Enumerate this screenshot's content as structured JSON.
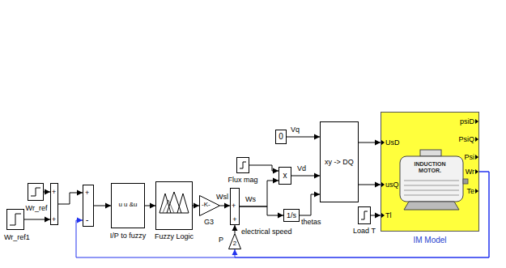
{
  "diagram": {
    "nodes": [
      {
        "text": [
          "Wr_ref1"
        ]
      },
      {
        "text": [
          "Wr_ref"
        ]
      },
      {
        "text": [
          "+",
          "+"
        ]
      },
      {
        "text": [
          "+",
          "-"
        ]
      },
      {
        "text": [
          "u u &u",
          "I/P to fuzzy"
        ]
      },
      {
        "text": [
          "Fuzzy Logic"
        ]
      },
      {
        "text": [
          "-K-",
          "G3"
        ]
      },
      {
        "text": [
          "+",
          "+"
        ]
      },
      {
        "text": [
          "2",
          "P"
        ]
      },
      {
        "text": [
          "Flux mag"
        ]
      },
      {
        "text": [
          "x"
        ]
      },
      {
        "text": [
          "0"
        ]
      },
      {
        "text": [
          "1/s"
        ]
      },
      {
        "text": [
          "xy -> DQ"
        ]
      },
      {
        "text": [
          "Load T"
        ]
      },
      {
        "text": [
          "UsD",
          "usQ",
          "Tl",
          "INDUCTION MOTOR.",
          "psiD",
          "PsiQ",
          "Psi",
          "Wr",
          "Te",
          "IM Model"
        ]
      }
    ],
    "edges": [
      {
        "from": 0,
        "to": 2,
        "arrow": "to"
      },
      {
        "from": 1,
        "to": 2,
        "arrow": "to"
      },
      {
        "from": 2,
        "to": 3,
        "arrow": "to"
      },
      {
        "from": 3,
        "to": 4,
        "arrow": "to"
      },
      {
        "from": 4,
        "to": 5,
        "arrow": "to"
      },
      {
        "from": 5,
        "to": 6,
        "arrow": "to"
      },
      {
        "from": 6,
        "to": 7,
        "label": "Wsl",
        "arrow": "to"
      },
      {
        "from": 7,
        "to": 12,
        "label": "Ws",
        "arrow": "to"
      },
      {
        "from": 7,
        "to": 10,
        "arrow": "to"
      },
      {
        "from": 9,
        "to": 10,
        "arrow": "to"
      },
      {
        "from": 10,
        "to": 13,
        "label": "Vd",
        "arrow": "to"
      },
      {
        "from": 11,
        "to": 13,
        "label": "Vq",
        "arrow": "to"
      },
      {
        "from": 12,
        "to": 13,
        "label": "thetas",
        "arrow": "to"
      },
      {
        "from": 13,
        "to": 15,
        "arrow": "to"
      },
      {
        "from": 13,
        "to": 15,
        "arrow": "to"
      },
      {
        "from": 14,
        "to": 15,
        "arrow": "to"
      },
      {
        "from": 15,
        "to": 3,
        "arrow": "to"
      },
      {
        "from": 15,
        "to": 8,
        "arrow": "to"
      },
      {
        "from": 8,
        "to": 7,
        "arrow": "to"
      }
    ],
    "labels": [
      "electrical speed"
    ]
  }
}
